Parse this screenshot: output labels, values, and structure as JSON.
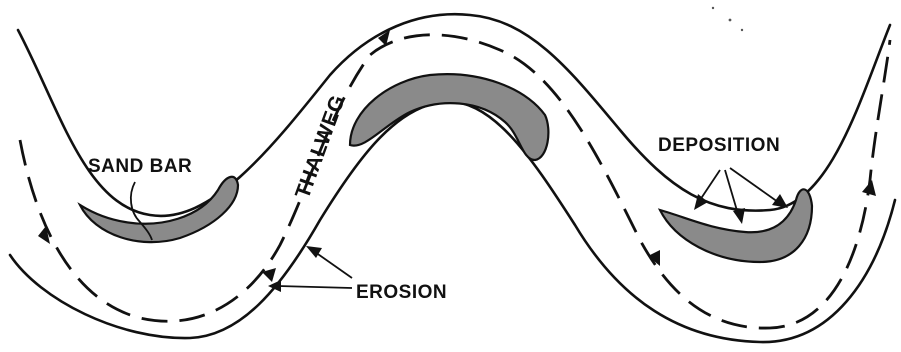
{
  "diagram": {
    "labels": {
      "sand_bar": "SAND BAR",
      "thalweg": "THALWEG",
      "deposition": "DEPOSITION",
      "erosion": "EROSION"
    },
    "colors": {
      "ink": "#111111",
      "sediment": "#8a8a8a",
      "background": "#ffffff"
    }
  }
}
